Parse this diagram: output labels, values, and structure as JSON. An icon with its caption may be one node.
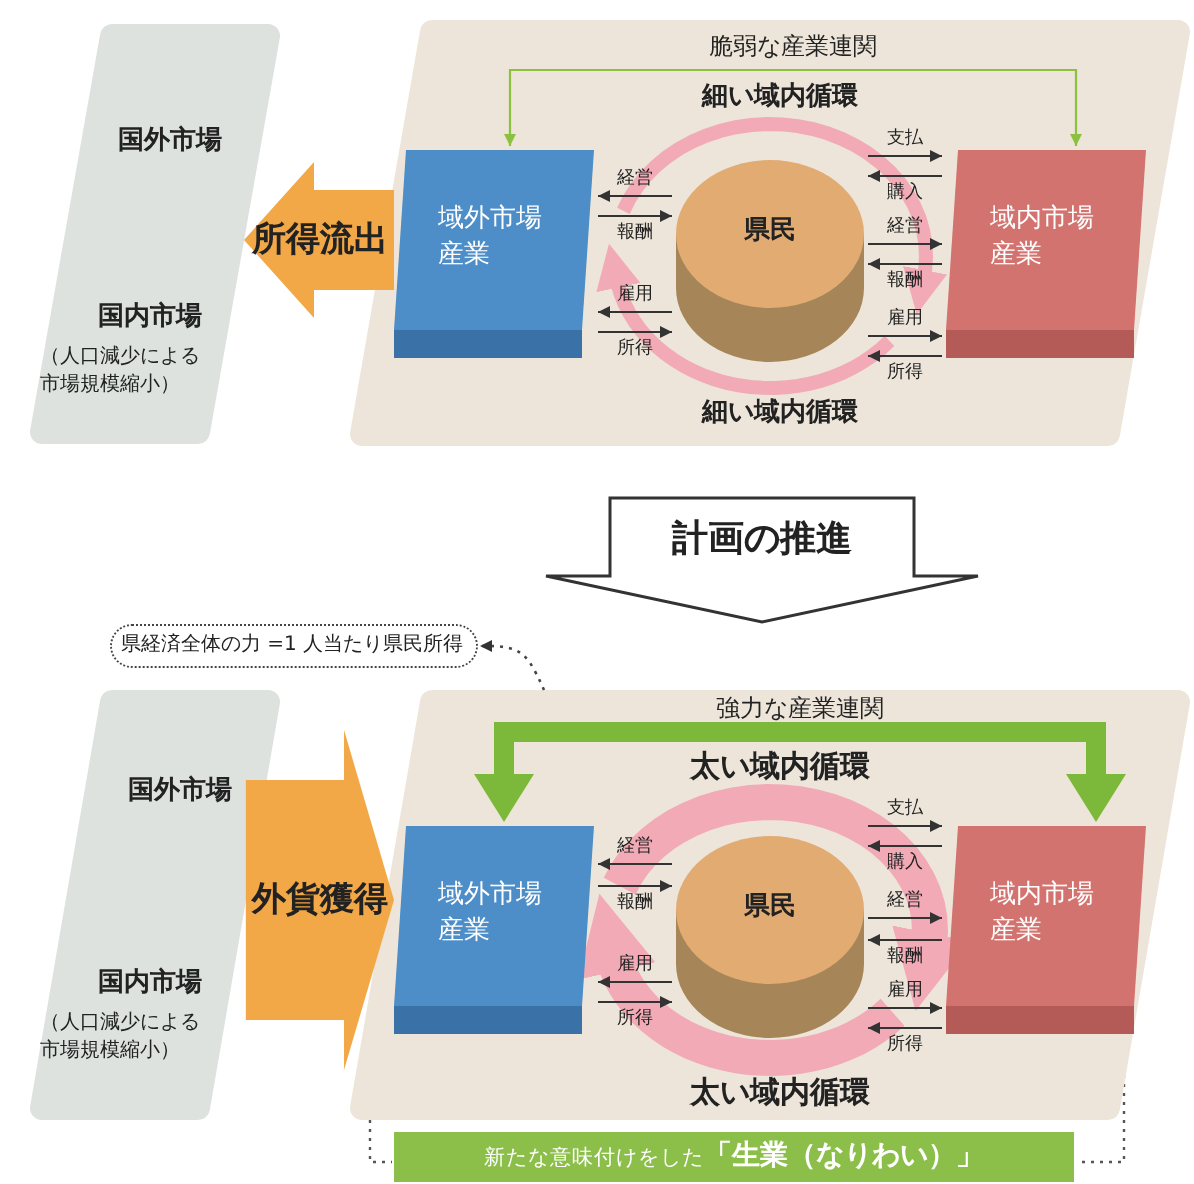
{
  "diagram": {
    "nodes": [
      {
        "text": [
          "国外市場",
          "国内市場",
          "（人口減少による市場規模縮小）"
        ]
      },
      {
        "text": [],
        "shape": "box"
      },
      {
        "text": [
          "域外市場産業"
        ],
        "in": 1
      },
      {
        "text": [
          "県民"
        ],
        "in": 1
      },
      {
        "text": [
          "域内市場産業"
        ],
        "in": 1
      },
      {
        "text": [
          "計画の推進"
        ]
      },
      {
        "text": [
          "県経済全体の力 =1 人当たり県民所得"
        ]
      },
      {
        "text": [
          "国外市場",
          "国内市場",
          "（人口減少による市場規模縮小）"
        ]
      },
      {
        "text": [],
        "shape": "box"
      },
      {
        "text": [
          "域外市場産業"
        ],
        "in": 8
      },
      {
        "text": [
          "県民"
        ],
        "in": 8
      },
      {
        "text": [
          "域内市場産業"
        ],
        "in": 8
      },
      {
        "text": [
          "新たな意味付けをした**「生業（なりわい）」**"
        ]
      }
    ],
    "edges": [
      {
        "from": 2,
        "to": 4,
        "arrow": "both",
        "label": "脆弱な産業連関",
        "color": "#8cc13f"
      },
      {
        "from": 2,
        "to": 0,
        "arrow": "to",
        "label": "所得流出",
        "style": "thick",
        "color": "#f2a847"
      },
      {
        "from": 3,
        "to": 2,
        "arrow": "to",
        "label": "経営"
      },
      {
        "from": 2,
        "to": 3,
        "arrow": "to",
        "label": "報酬"
      },
      {
        "from": 3,
        "to": 2,
        "arrow": "to",
        "label": "雇用"
      },
      {
        "from": 2,
        "to": 3,
        "arrow": "to",
        "label": "所得"
      },
      {
        "from": 3,
        "to": 4,
        "arrow": "to",
        "label": "支払"
      },
      {
        "from": 4,
        "to": 3,
        "arrow": "to",
        "label": "購入"
      },
      {
        "from": 3,
        "to": 4,
        "arrow": "to",
        "label": "経営"
      },
      {
        "from": 4,
        "to": 3,
        "arrow": "to",
        "label": "報酬"
      },
      {
        "from": 3,
        "to": 4,
        "arrow": "to",
        "label": "雇用"
      },
      {
        "from": 4,
        "to": 3,
        "arrow": "to",
        "label": "所得"
      },
      {
        "from": 8,
        "to": 6,
        "arrow": "to",
        "style": "dashed"
      },
      {
        "from": 9,
        "to": 11,
        "arrow": "both",
        "label": "強力な産業連関",
        "style": "thick",
        "color": "#7cb93a"
      },
      {
        "from": 7,
        "to": 9,
        "arrow": "to",
        "label": "外貨獲得",
        "style": "thick",
        "color": "#f2a847"
      },
      {
        "from": 10,
        "to": 9,
        "arrow": "to",
        "label": "経営"
      },
      {
        "from": 9,
        "to": 10,
        "arrow": "to",
        "label": "報酬"
      },
      {
        "from": 10,
        "to": 9,
        "arrow": "to",
        "label": "雇用"
      },
      {
        "from": 9,
        "to": 10,
        "arrow": "to",
        "label": "所得"
      },
      {
        "from": 10,
        "to": 11,
        "arrow": "to",
        "label": "支払"
      },
      {
        "from": 11,
        "to": 10,
        "arrow": "to",
        "label": "購入"
      },
      {
        "from": 10,
        "to": 11,
        "arrow": "to",
        "label": "経営"
      },
      {
        "from": 11,
        "to": 10,
        "arrow": "to",
        "label": "報酬"
      },
      {
        "from": 10,
        "to": 11,
        "arrow": "to",
        "label": "雇用"
      },
      {
        "from": 11,
        "to": 10,
        "arrow": "to",
        "label": "所得"
      }
    ],
    "labels": [
      "細い域内循環",
      "細い域内循環",
      "太い域内循環",
      "太い域内循環"
    ]
  }
}
